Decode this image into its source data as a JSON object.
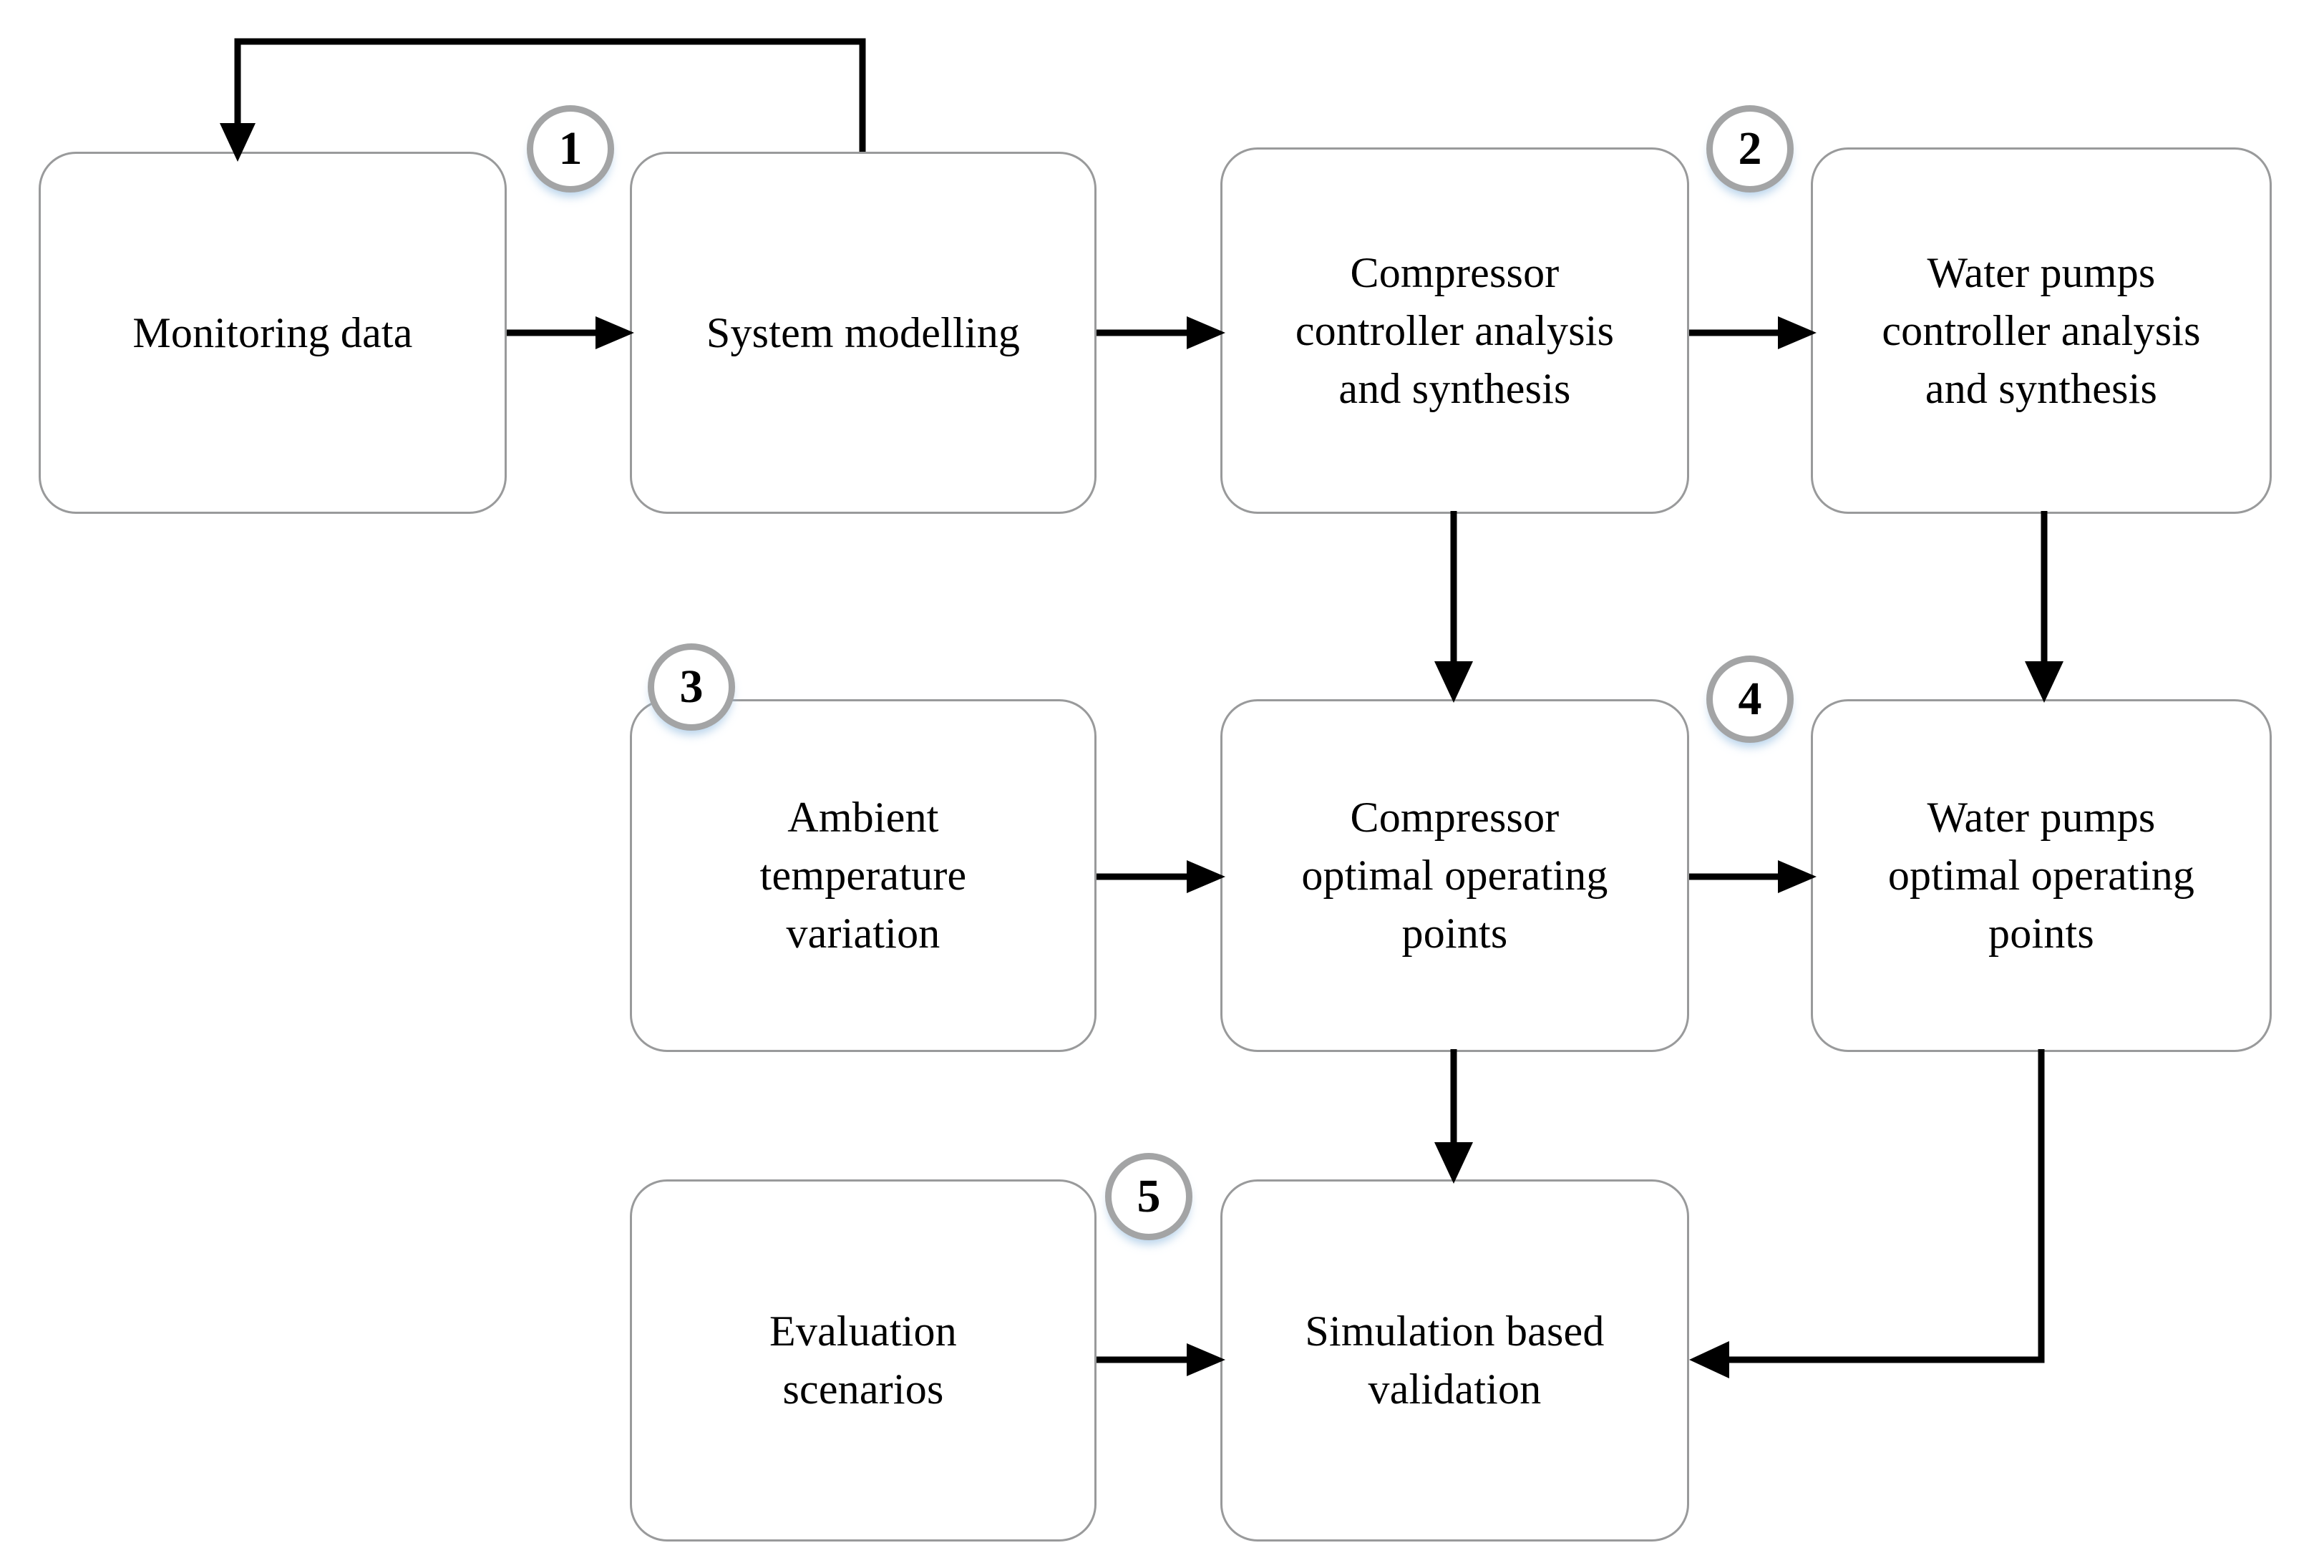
{
  "diagram": {
    "type": "flowchart",
    "title": "Methodology flowchart",
    "colors": {
      "box_border": "#999a9b",
      "badge_border": "#a3a4a5",
      "badge_shadow": "#a0c4e4",
      "arrow": "#000000",
      "background": "#ffffff",
      "text": "#000000"
    },
    "nodes": [
      {
        "id": "monitoring-data",
        "label": "Monitoring data"
      },
      {
        "id": "system-modelling",
        "label": "System modelling"
      },
      {
        "id": "compressor-controller",
        "label": "Compressor\ncontroller analysis\nand synthesis"
      },
      {
        "id": "water-pumps-controller",
        "label": "Water pumps\ncontroller analysis\nand synthesis"
      },
      {
        "id": "ambient-temperature",
        "label": "Ambient\ntemperature\nvariation"
      },
      {
        "id": "compressor-optimal",
        "label": "Compressor\noptimal operating\npoints"
      },
      {
        "id": "water-pumps-optimal",
        "label": "Water pumps\noptimal operating\npoints"
      },
      {
        "id": "evaluation-scenarios",
        "label": "Evaluation\nscenarios"
      },
      {
        "id": "simulation-validation",
        "label": "Simulation based\nvalidation"
      }
    ],
    "badges": [
      {
        "id": "badge-1",
        "label": "1"
      },
      {
        "id": "badge-2",
        "label": "2"
      },
      {
        "id": "badge-3",
        "label": "3"
      },
      {
        "id": "badge-4",
        "label": "4"
      },
      {
        "id": "badge-5",
        "label": "5"
      }
    ],
    "edges": [
      {
        "id": "edge-monitoring-to-system",
        "from": "monitoring-data",
        "to": "system-modelling",
        "kind": "arrow-right"
      },
      {
        "id": "edge-system-to-compressor",
        "from": "system-modelling",
        "to": "compressor-controller",
        "kind": "arrow-right"
      },
      {
        "id": "edge-compressor-to-waterpumps",
        "from": "compressor-controller",
        "to": "water-pumps-controller",
        "kind": "arrow-right"
      },
      {
        "id": "edge-feedback-loop",
        "from": "system-modelling",
        "to": "monitoring-data",
        "kind": "feedback-loop-top"
      },
      {
        "id": "edge-compressor-ctrl-down",
        "from": "compressor-controller",
        "to": "compressor-optimal",
        "kind": "arrow-down"
      },
      {
        "id": "edge-waterpumps-ctrl-down",
        "from": "water-pumps-controller",
        "to": "water-pumps-optimal",
        "kind": "arrow-down"
      },
      {
        "id": "edge-ambient-to-compressor-opt",
        "from": "ambient-temperature",
        "to": "compressor-optimal",
        "kind": "arrow-right"
      },
      {
        "id": "edge-compressor-opt-to-waterpumps-opt",
        "from": "compressor-optimal",
        "to": "water-pumps-optimal",
        "kind": "arrow-right"
      },
      {
        "id": "edge-compressor-opt-down",
        "from": "compressor-optimal",
        "to": "simulation-validation",
        "kind": "arrow-down"
      },
      {
        "id": "edge-evaluation-to-simulation",
        "from": "evaluation-scenarios",
        "to": "simulation-validation",
        "kind": "arrow-right"
      },
      {
        "id": "edge-waterpumps-opt-to-simulation",
        "from": "water-pumps-optimal",
        "to": "simulation-validation",
        "kind": "elbow-arrow-left"
      }
    ]
  }
}
